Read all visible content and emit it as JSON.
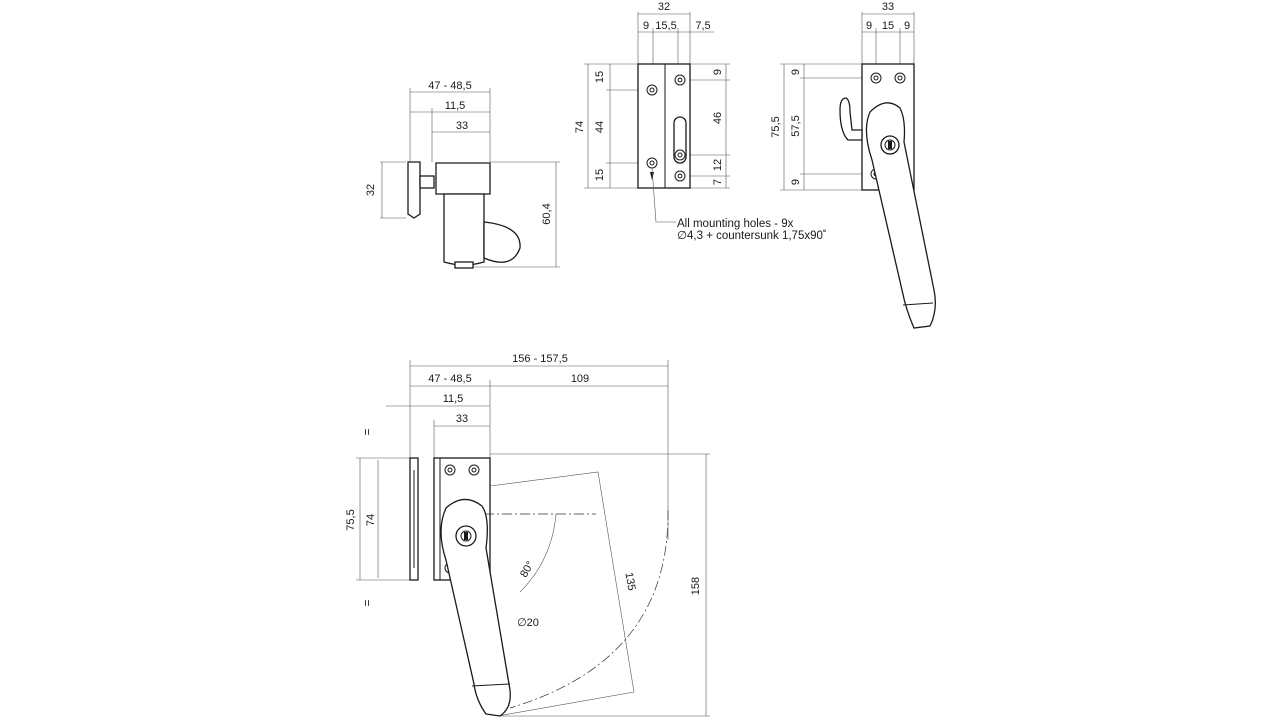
{
  "side_view": {
    "dim_outer": "47 - 48,5",
    "dim_mid": "11,5",
    "dim_inner": "33",
    "dim_left_height": "32",
    "dim_right_height": "60,4"
  },
  "front_plate": {
    "dim_top_total": "32",
    "dim_top_a": "9",
    "dim_top_b": "15,5",
    "dim_top_c": "7,5",
    "dim_left_total": "74",
    "dim_left_top": "15",
    "dim_left_mid": "44",
    "dim_left_bottom": "15",
    "dim_right_top": "9",
    "dim_right_slot": "46",
    "dim_right_a": "12",
    "dim_right_b": "7",
    "note_line1": "All mounting holes - 9x",
    "note_line2": "∅4,3 + countersunk 1,75x90˚"
  },
  "handle_view": {
    "dim_top_total": "33",
    "dim_top_a": "9",
    "dim_top_b": "15",
    "dim_top_c": "9",
    "dim_left_total": "75,5",
    "dim_left_inner": "57,5",
    "dim_left_top": "9",
    "dim_left_bottom": "9"
  },
  "rotation_view": {
    "dim_overall": "156 - 157,5",
    "dim_outer": "47 - 48,5",
    "dim_reach": "109",
    "dim_mid": "11,5",
    "dim_inner": "33",
    "dim_left_outer": "75,5",
    "dim_left_inner": "74",
    "eq_top": "=",
    "eq_bottom": "=",
    "angle": "80°",
    "dim_handle": "135",
    "dim_height": "158",
    "dim_dia": "∅20"
  }
}
